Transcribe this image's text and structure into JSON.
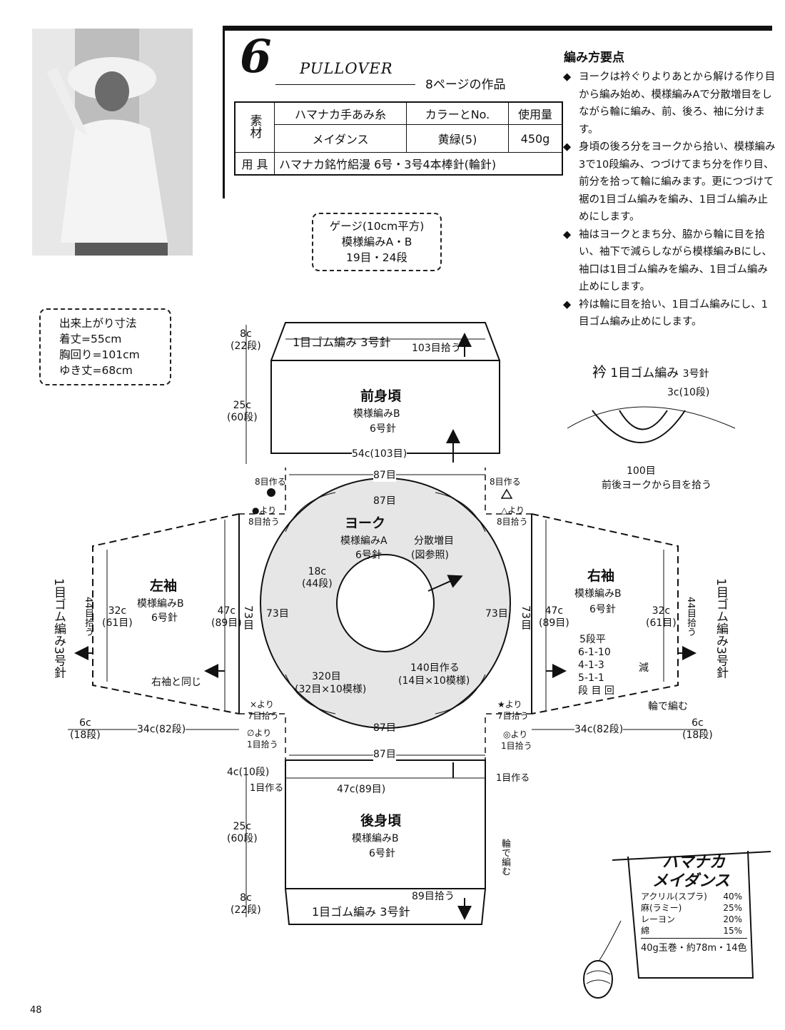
{
  "header": {
    "pattern_number": "6",
    "pattern_type": "PULLOVER",
    "page_ref": "8ページの作品"
  },
  "materials": {
    "section_label": "素材",
    "col_yarn": "ハマナカ手あみ糸",
    "col_color": "カラーとNo.",
    "col_amount": "使用量",
    "yarn_name": "メイダンス",
    "color": "黄緑(5)",
    "amount": "450g",
    "tools_label": "用 具",
    "tools": "ハマナカ銘竹絽漫 6号・3号4本棒針(輪針)"
  },
  "instructions": {
    "title": "編み方要点",
    "items": [
      "ヨークは衿ぐりよりあとから解ける作り目から編み始め、模様編みAで分散増目をしながら輪に編み、前、後ろ、袖に分けます。",
      "身頃の後ろ分をヨークから拾い、模様編み3で10段編み、つづけてまち分を作り目、前分を拾って輪に編みます。更につづけて裾の1目ゴム編みを編み、1目ゴム編み止めにします。",
      "袖はヨークとまち分、脇から輪に目を拾い、袖下で減らしながら模様編みBにし、袖口は1目ゴム編みを編み、1目ゴム編み止めにします。",
      "衿は輪に目を拾い、1目ゴム編みにし、1目ゴム編み止めにします。"
    ]
  },
  "gauge": {
    "line1": "ゲージ(10cm平方)",
    "line2": "模様編みA・B",
    "line3": "19目・24段"
  },
  "finished": {
    "title": "出来上がり寸法",
    "length": "着丈=55cm",
    "chest": "胸回り=101cm",
    "sleeve": "ゆき丈=68cm"
  },
  "diagram": {
    "front": {
      "name": "前身頃",
      "pattern": "模様編みB",
      "needle": "6号針",
      "rib": "1目ゴム編み 3号針",
      "pickup": "103目拾う",
      "width": "54c(103目)",
      "h_rib": "8c",
      "h_rib_rows": "(22段)",
      "h_body": "25c",
      "h_body_rows": "(60段)"
    },
    "back": {
      "name": "後身頃",
      "pattern": "模様編みB",
      "needle": "6号針",
      "rib": "1目ゴム編み 3号針",
      "pickup": "89目拾う",
      "width": "47c(89目)",
      "top_h": "4c",
      "top_rows": "(10段)",
      "h_body": "25c",
      "h_body_rows": "(60段)",
      "h_rib": "8c",
      "h_rib_rows": "(22段)",
      "cast_l": "1目作る",
      "cast_r": "1目作る",
      "round": "輪で編む"
    },
    "yoke": {
      "name": "ヨーク",
      "pattern": "模様編みA",
      "needle": "6号針",
      "inc": "分散増目",
      "inc2": "(図参照)",
      "depth": "18c",
      "depth_rows": "(44段)",
      "st_top": "87目",
      "st_bottom": "87目",
      "st_left": "73目",
      "st_right": "73目",
      "cast": "140目作る",
      "cast_detail": "(14目×10模様)",
      "outer": "320目",
      "outer_detail": "(32目×10模様)"
    },
    "sleeve_l": {
      "name": "左袖",
      "pattern": "模様編みB",
      "needle": "6号針",
      "same": "右袖と同じ",
      "cuff_w": "32c",
      "cuff_rows": "(61目)",
      "top_w": "47c",
      "top_st": "(89目)",
      "pick_side": "73目",
      "cuff_pick": "44目拾う",
      "rib": "1目ゴム編み3号針"
    },
    "sleeve_r": {
      "name": "右袖",
      "pattern": "模様編みB",
      "needle": "6号針",
      "cuff_w": "32c",
      "cuff_rows": "(61目)",
      "top_w": "47c",
      "top_st": "(89目)",
      "pick_side": "73目",
      "cuff_pick": "44目拾う",
      "rib": "1目ゴム編み3号針",
      "dec1": "5段平",
      "dec2": "6-1-10",
      "dec3": "4-1-3",
      "dec4": "5-1-1",
      "dec5": "段 目 回",
      "dec_lbl": "減",
      "round": "輪で編む"
    },
    "marks": {
      "make8_l": "8目作る",
      "make8_r": "8目作る",
      "pick_dot": "●より",
      "pick_tri": "△より",
      "pick8": "8目拾う",
      "pick_x": "×より",
      "pick_star": "★より",
      "pick7": "7目拾う",
      "pick_empty": "∅より",
      "pick_circ": "◎より",
      "pick1": "1目拾う",
      "st87_top": "87目",
      "st87_bot": "87目",
      "sl_len": "34c(82段)",
      "sl_cuff": "6c",
      "sl_cuff_rows": "(18段)"
    },
    "collar": {
      "title": "衿",
      "rib": "1目ゴム編み",
      "needle": "3号針",
      "height": "3c(10段)",
      "st": "100目",
      "pickup": "前後ヨークから目を拾う"
    }
  },
  "yarn_label": {
    "brand": "ハマナカ",
    "product": "メイダンス",
    "rows": [
      {
        "fiber": "アクリル(スプラ)",
        "pct": "40%"
      },
      {
        "fiber": "麻(ラミー)",
        "pct": "25%"
      },
      {
        "fiber": "レーヨン",
        "pct": "20%"
      },
      {
        "fiber": "綿",
        "pct": "15%"
      }
    ],
    "spec": "40g玉巻・約78m・14色"
  },
  "page_number": "48"
}
